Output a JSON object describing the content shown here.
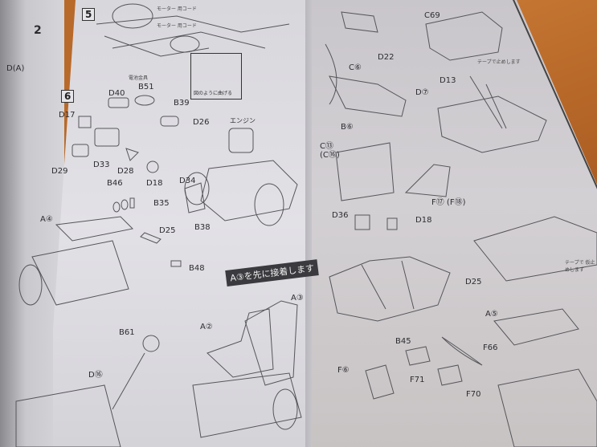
{
  "left_sliver": {
    "page_number": "2",
    "label": "D(A)"
  },
  "left_page": {
    "steps": [
      "5",
      "6"
    ],
    "motor_cord_labels": [
      "モーター 用コード",
      "モーター 用コード"
    ],
    "note_text": "図のように曲げる",
    "small_caption": "電池金具",
    "engine_label": "エンジン",
    "banner": "A③を先に接着します",
    "parts": [
      "D40",
      "B51",
      "B39",
      "D17",
      "D26",
      "D29",
      "D33",
      "D28",
      "D18",
      "D34",
      "B46",
      "B35",
      "A④",
      "D25",
      "B38",
      "B48",
      "A③",
      "A②",
      "B61",
      "D⑯"
    ]
  },
  "right_page": {
    "parts": [
      "C69",
      "D22",
      "C⑥",
      "D⑦",
      "D13",
      "B⑥",
      "C⑬",
      "(C⑯)",
      "F⑰ (F⑱)",
      "D36",
      "D18",
      "D25",
      "A⑤",
      "B45",
      "F66",
      "F⑥",
      "F71",
      "F70"
    ],
    "tape_note_1": "テープで止めします",
    "tape_note_2": "テープで 仮止めします"
  }
}
